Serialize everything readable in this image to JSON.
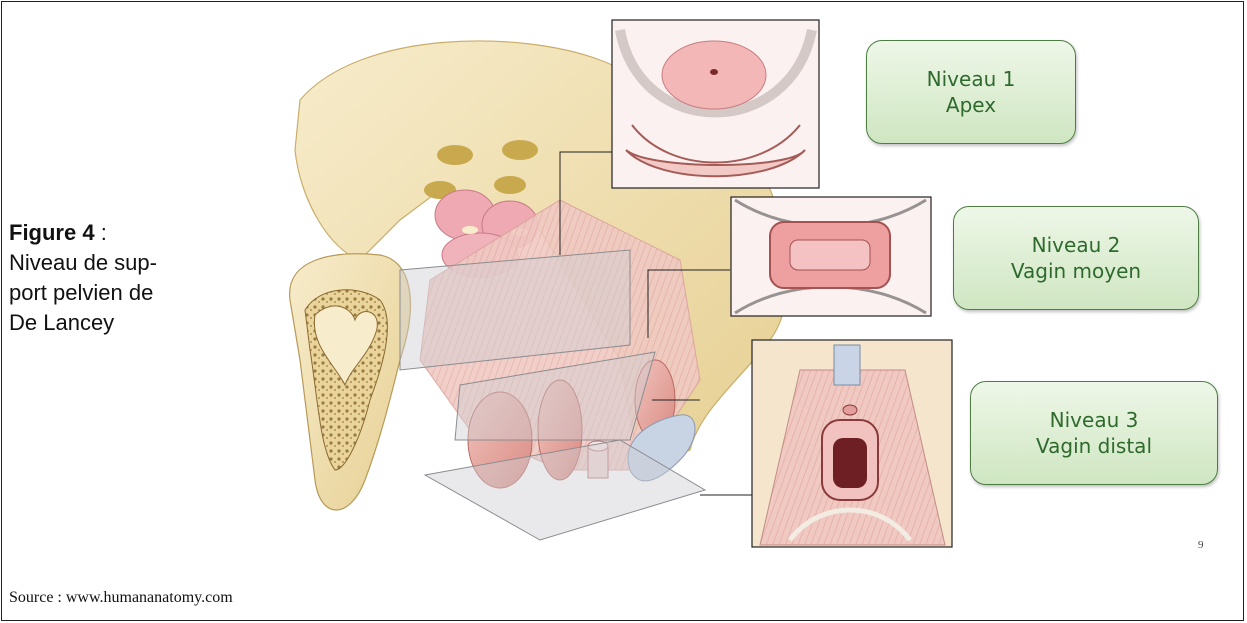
{
  "caption": {
    "figure_label": "Figure 4",
    "separator": " :",
    "lines": [
      "Niveau de sup-",
      "port pelvien de",
      "De Lancey"
    ]
  },
  "levels": [
    {
      "title": "Niveau 1",
      "subtitle": "Apex"
    },
    {
      "title": "Niveau 2",
      "subtitle": "Vagin moyen"
    },
    {
      "title": "Niveau 3",
      "subtitle": "Vagin distal"
    }
  ],
  "source": "Source : www.humananatomy.com",
  "page_number": "9",
  "colors": {
    "box_border": "#4d7d43",
    "box_text": "#2f6a2d",
    "bone": "#f2e3b8",
    "muscle": "#e8a8a0",
    "plane": "#cfcfd3"
  }
}
